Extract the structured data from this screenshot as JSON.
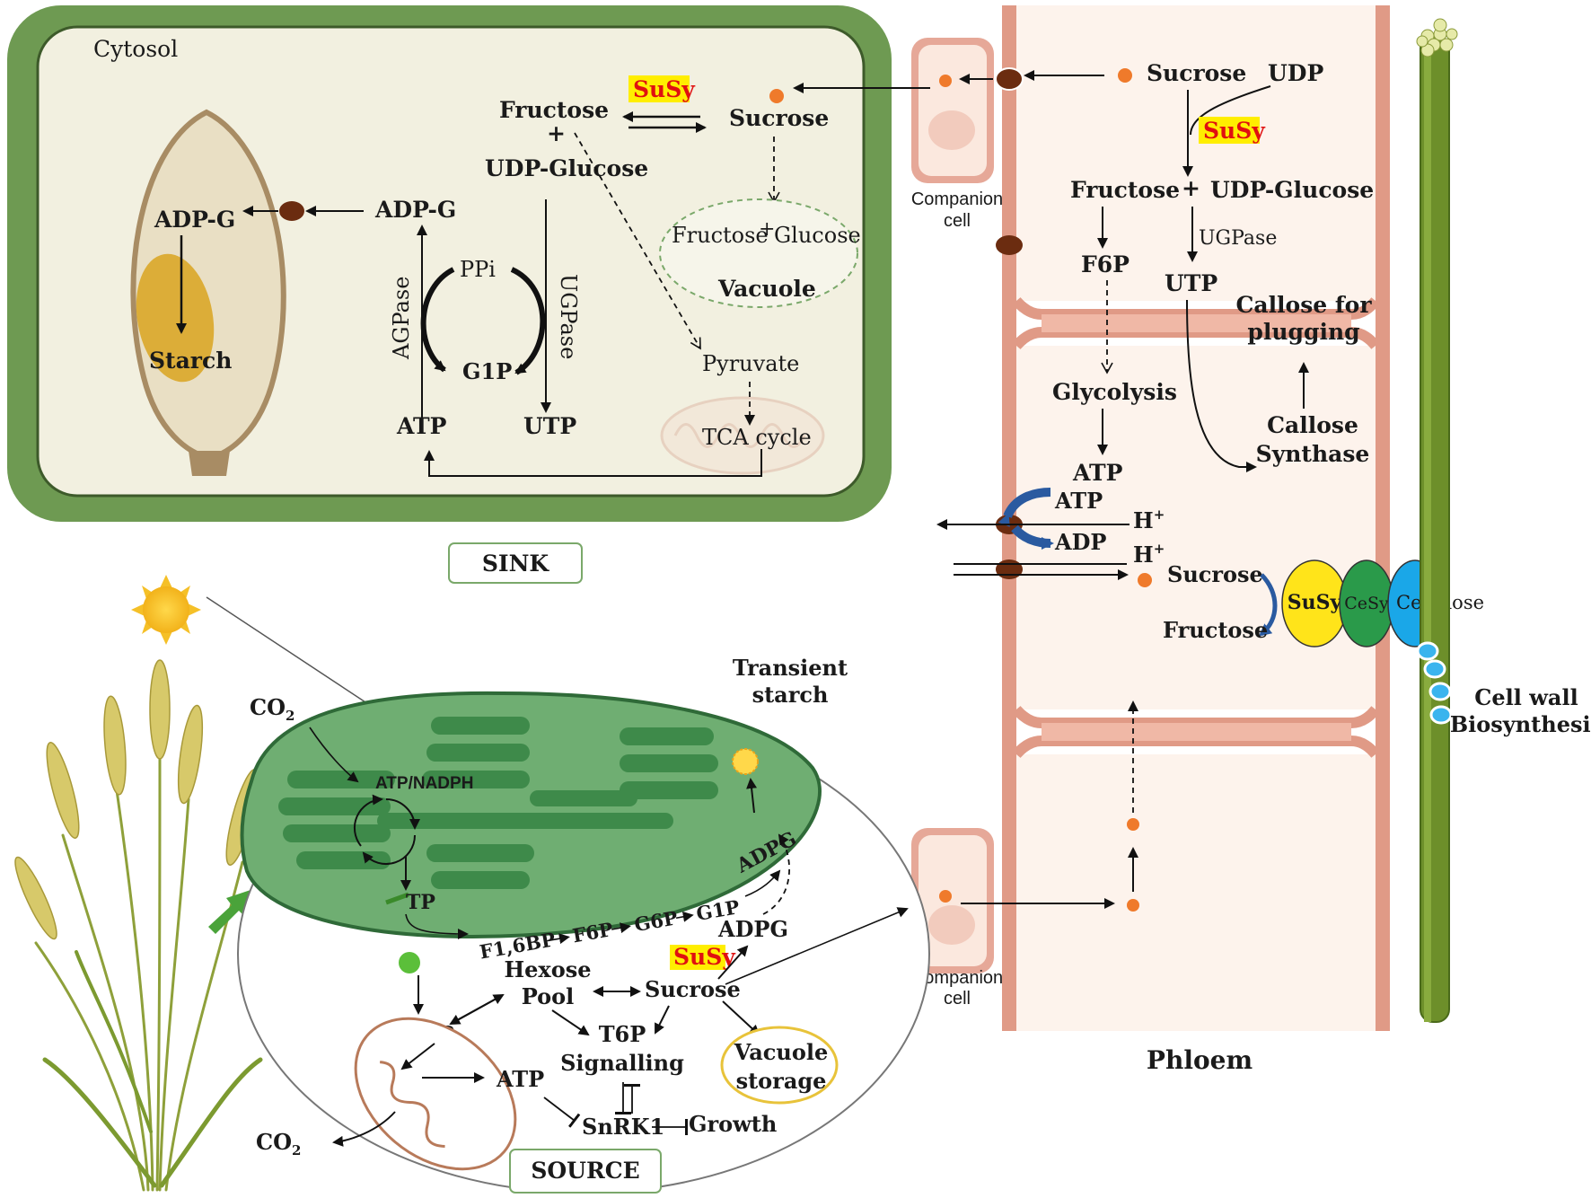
{
  "colors": {
    "sink_border": "#6e9a52",
    "sink_fill": "#f2f0e0",
    "phloem_wall": "#e09a86",
    "phloem_fill": "#fdf3ec",
    "chloroplast": "#6fae72",
    "thylakoid": "#3e8a4a",
    "highlight": "#ffee00",
    "susy_text": "#e01010",
    "transporter": "#6b2c10",
    "sucrose_dot": "#ef7a2b",
    "cellulose": "#1aa7e8",
    "cesy": "#2a9a4a",
    "susy_circle": "#ffe41a",
    "fiber": "#6d8f2a"
  },
  "icons": [
    "sun-icon",
    "wheat-plant-icon",
    "mitochondrion-icon",
    "grain-icon",
    "chloroplast-icon"
  ],
  "sink": {
    "label": "SINK",
    "cytosol": "Cytosol",
    "susy": "SuSy",
    "fructose": "Fructose",
    "plus": "+",
    "udp_glucose": "UDP-Glucose",
    "sucrose": "Sucrose",
    "vacuole_fructose": "Fructose",
    "vacuole_plus": "+",
    "vacuole_glucose": "Glucose",
    "vacuole": "Vacuole",
    "adpg_amyloplast": "ADP-G",
    "starch": "Starch",
    "adpg_cytosol": "ADP-G",
    "agpase": "AGPase",
    "ppi": "PPi",
    "ugpase": "UGPase",
    "g1p": "G1P",
    "atp": "ATP",
    "utp": "UTP",
    "pyruvate": "Pyruvate",
    "tca": "TCA cycle"
  },
  "phloem": {
    "label": "Phloem",
    "companion_cell_top_line1": "Companion",
    "companion_cell_top_line2": "cell",
    "companion_cell_bottom_line1": "Companion",
    "companion_cell_bottom_line2": "cell",
    "sucrose": "Sucrose",
    "udp": "UDP",
    "susy": "SuSy",
    "fructose": "Fructose",
    "plus": "+",
    "udp_glucose": "UDP-Glucose",
    "ugpase": "UGPase",
    "f6p": "F6P",
    "utp": "UTP",
    "callose_plugging_line1": "Callose for",
    "callose_plugging_line2": "plugging",
    "glycolysis": "Glycolysis",
    "callose_synthase_line1": "Callose",
    "callose_synthase_line2": "Synthase",
    "atp": "ATP",
    "atp_pump": "ATP",
    "adp": "ADP",
    "h_plus_1": "H",
    "h_plus_2": "H",
    "plus_sup": "+",
    "sucrose_lower": "Sucrose",
    "fructose_lower": "Fructose",
    "susy_circle": "SuSy",
    "cesy": "CeSy",
    "cellulose": "Cellulose",
    "cell_wall_line1": "Cell wall",
    "cell_wall_line2": "Biosynthesis"
  },
  "source": {
    "label": "SOURCE",
    "co2_in": "CO",
    "co2_out": "CO",
    "co2_sub": "2",
    "atp_nadph": "ATP/NADPH",
    "transient_starch_line1": "Transient",
    "transient_starch_line2": "starch",
    "adpg_chloroplast": "ADPG",
    "tp_chloroplast": "TP",
    "f16bp": "F1,6BP",
    "f6p": "F6P",
    "g6p": "G6P",
    "g1p": "G1P",
    "adpg": "ADPG",
    "susy": "SuSy",
    "hexose_pool_line1": "Hexose",
    "hexose_pool_line2": "Pool",
    "sucrose": "Sucrose",
    "tp": "TP",
    "t6p_line1": "T6P",
    "t6p_line2": "Signalling",
    "vacuole_line1": "Vacuole",
    "vacuole_line2": "storage",
    "atp": "ATP",
    "snrk1": "SnRK1",
    "growth": "Growth"
  }
}
